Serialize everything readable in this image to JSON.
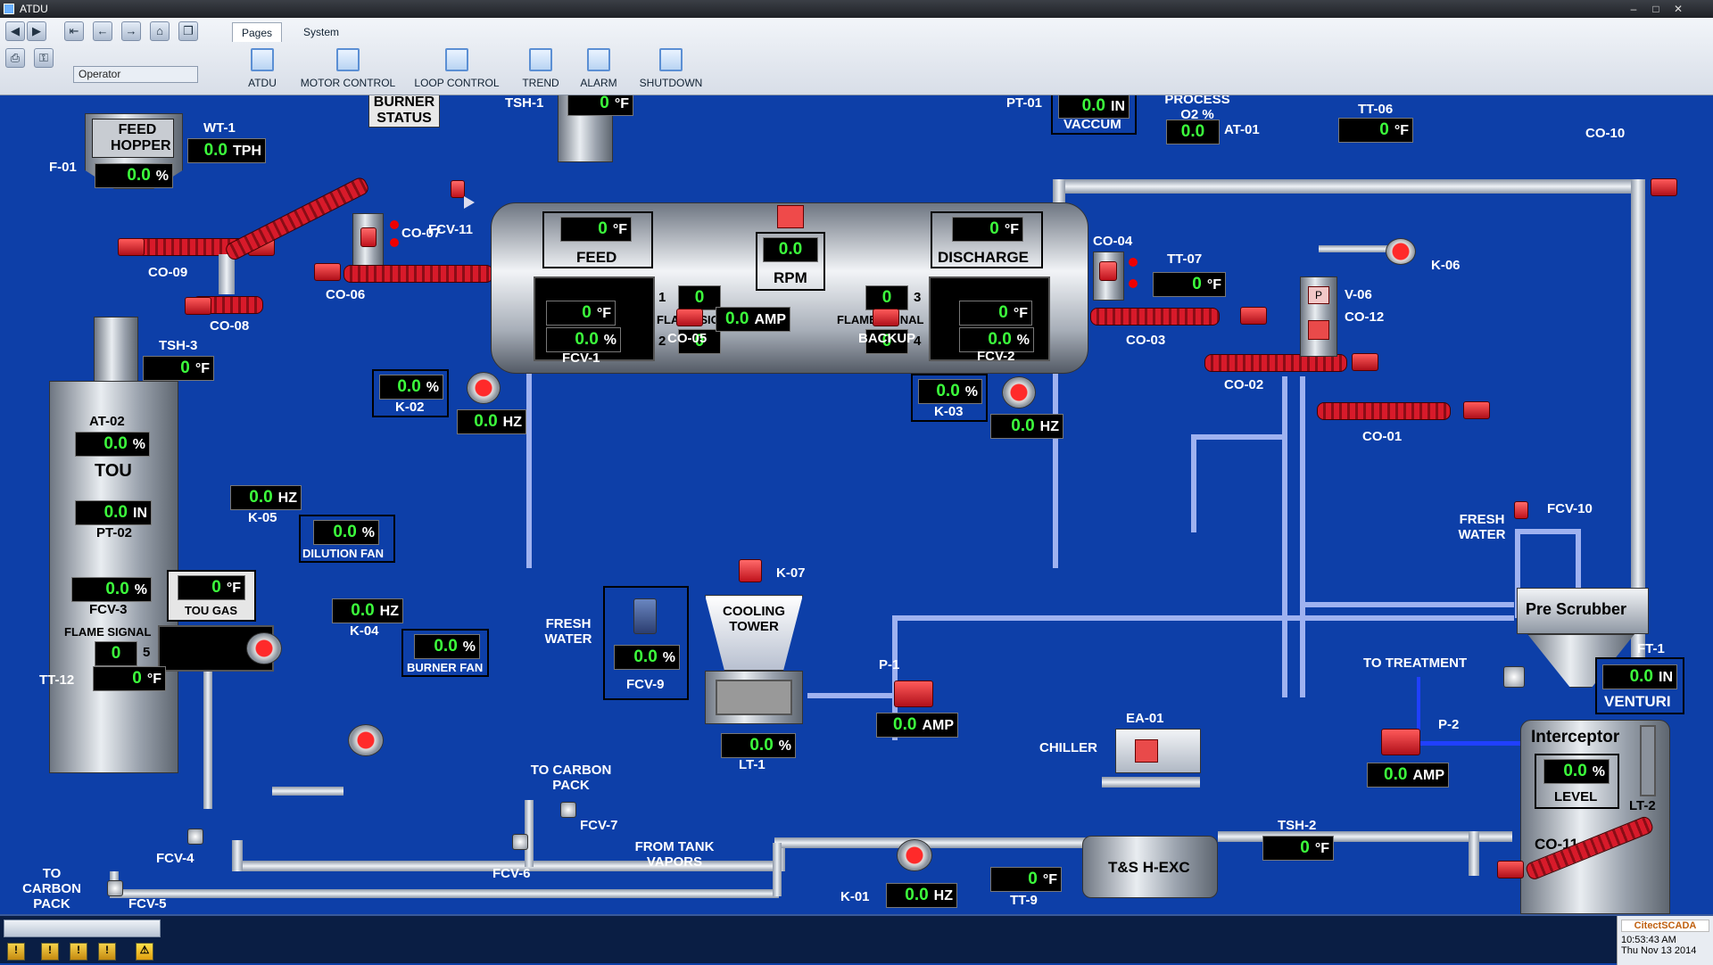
{
  "window": {
    "title": "ATDU"
  },
  "ribbon": {
    "tabs": [
      {
        "label": "Pages"
      },
      {
        "label": "System"
      }
    ],
    "operator": "Operator",
    "buttons": [
      {
        "label": "ATDU"
      },
      {
        "label": "MOTOR CONTROL"
      },
      {
        "label": "LOOP CONTROL"
      },
      {
        "label": "TREND"
      },
      {
        "label": "ALARM"
      },
      {
        "label": "SHUTDOWN"
      }
    ]
  },
  "labels": {
    "feed_hopper": "FEED HOPPER",
    "f01": "F-01",
    "wt1": "WT-1",
    "burner_status": "BURNER STATUS",
    "tsh1": "TSH-1",
    "fcv11": "FCV-11",
    "co09": "CO-09",
    "co08": "CO-08",
    "co07": "CO-07",
    "co06": "CO-06",
    "feed": "FEED",
    "rpm": "RPM",
    "discharge": "DISCHARGE",
    "flame_signal": "FLAME SIGNAL",
    "n1": "1",
    "n2": "2",
    "n3": "3",
    "n4": "4",
    "n5": "5",
    "co05": "CO-05",
    "backup": "BACKUP",
    "fcv1": "FCV-1",
    "fcv2": "FCV-2",
    "k02": "K-02",
    "k03": "K-03",
    "pt01": "PT-01",
    "vaccum": "VACCUM",
    "process_o2": "PROCESS O2 %",
    "at01": "AT-01",
    "tt06": "TT-06",
    "co10": "CO-10",
    "co04": "CO-04",
    "tt07": "TT-07",
    "co03": "CO-03",
    "co02": "CO-02",
    "co01": "CO-01",
    "v06": "V-06",
    "co12": "CO-12",
    "k06": "K-06",
    "tsh3": "TSH-3",
    "at02": "AT-02",
    "tou": "TOU",
    "pt02": "PT-02",
    "k05": "K-05",
    "dilution_fan": "DILUTION FAN",
    "fcv3": "FCV-3",
    "tou_gas": "TOU GAS",
    "k04": "K-04",
    "burner_fan": "BURNER FAN",
    "tt12": "TT-12",
    "fcv4": "FCV-4",
    "to_carbon_pack": "TO CARBON PACK",
    "fcv5": "FCV-5",
    "fcv6": "FCV-6",
    "fcv7": "FCV-7",
    "from_tank": "FROM TANK VAPORS",
    "fresh_water": "FRESH WATER",
    "fcv9": "FCV-9",
    "cooling_tower": "COOLING TOWER",
    "k07": "K-07",
    "lt1": "LT-1",
    "p1": "P-1",
    "k01": "K-01",
    "tt9": "TT-9",
    "ts_hexc": "T&S H-EXC",
    "chiller": "CHILLER",
    "ea01": "EA-01",
    "tsh2": "TSH-2",
    "to_treatment": "TO TREATMENT",
    "p2": "P-2",
    "pre_scrubber": "Pre Scrubber",
    "fcv10": "FCV-10",
    "ft1": "FT-1",
    "venturi": "VENTURI",
    "interceptor": "Interceptor",
    "level": "LEVEL",
    "lt2": "LT-2",
    "co11": "CO-11",
    "p_label": "P"
  },
  "values": {
    "zero": "0",
    "z0": "0.0",
    "u_f": "°F",
    "u_pct": "%",
    "u_tph": "TPH",
    "u_in": "IN",
    "u_hz": "HZ",
    "u_amp": "AMP"
  },
  "status": {
    "brand": "CitectSCADA",
    "time": "10:53:43 AM",
    "date": "Thu Nov 13 2014"
  }
}
